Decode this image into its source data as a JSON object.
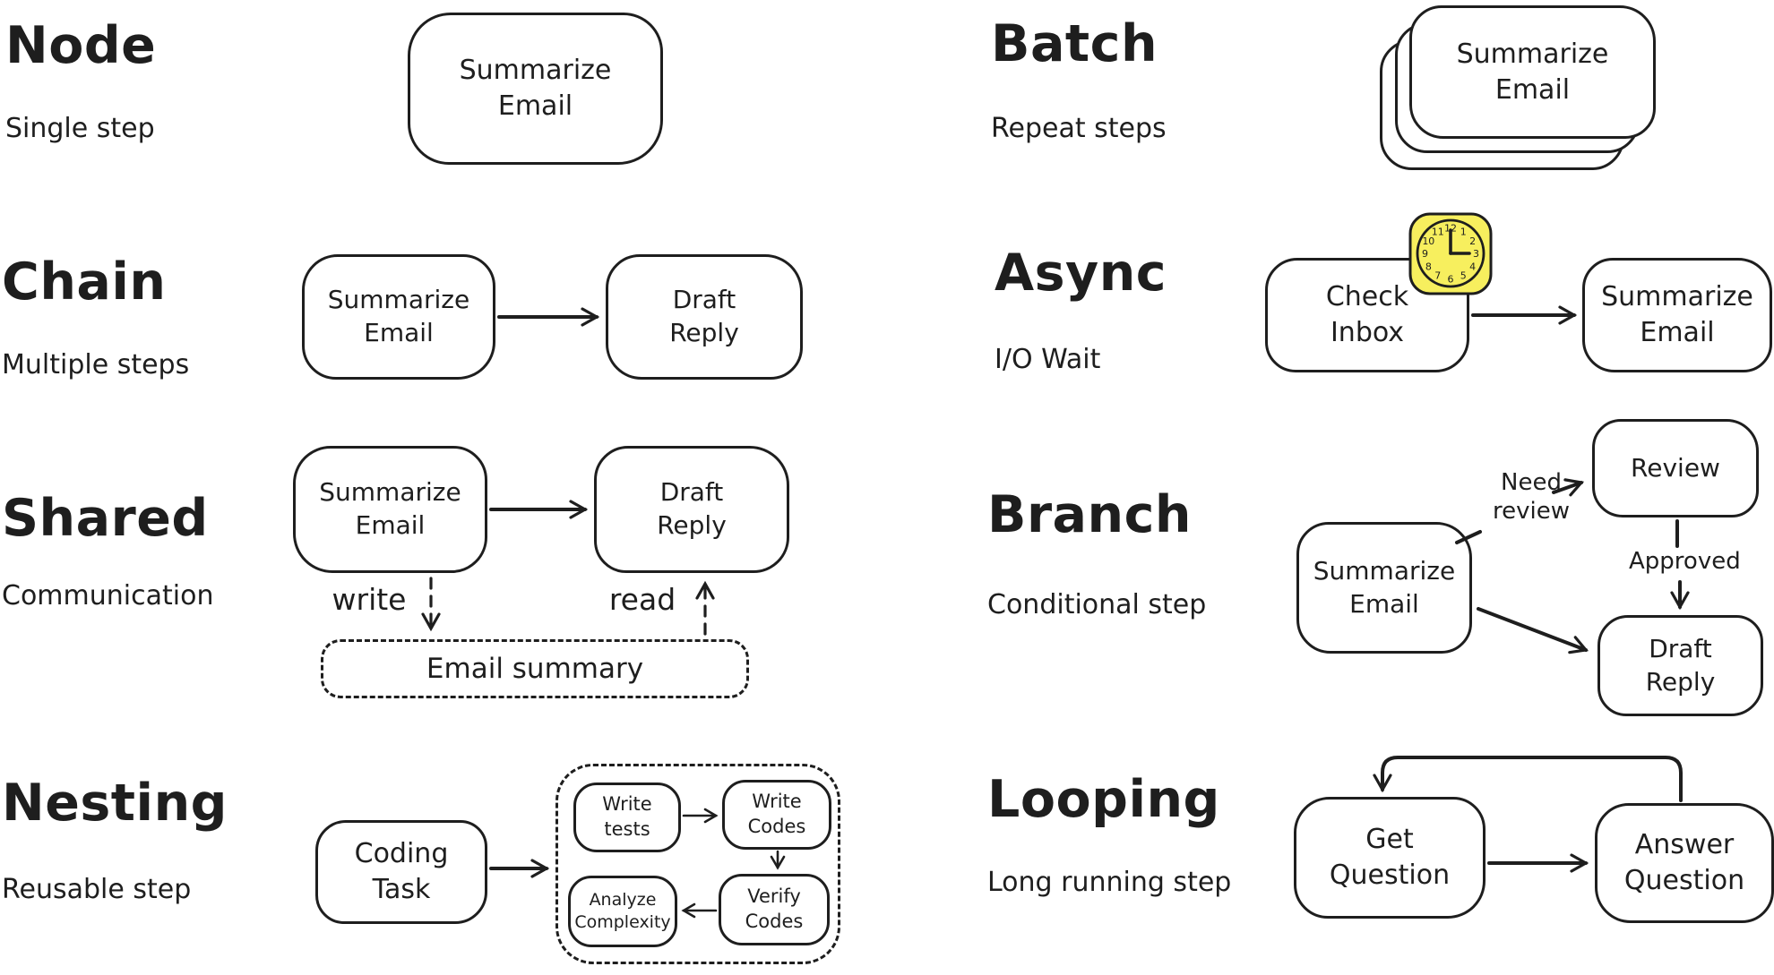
{
  "palette": {
    "ink": "#1e1e1e",
    "bg": "#ffffff",
    "clock_fill": "#f7ef5e"
  },
  "sections": {
    "node": {
      "title": "Node",
      "subtitle": "Single step",
      "box": [
        "Summarize",
        "Email"
      ]
    },
    "chain": {
      "title": "Chain",
      "subtitle": "Multiple steps",
      "box1": [
        "Summarize",
        "Email"
      ],
      "box2": [
        "Draft",
        "Reply"
      ]
    },
    "shared": {
      "title": "Shared",
      "subtitle": "Communication",
      "box1": [
        "Summarize",
        "Email"
      ],
      "box2": [
        "Draft",
        "Reply"
      ],
      "write_label": "write",
      "read_label": "read",
      "store_label": "Email summary"
    },
    "nesting": {
      "title": "Nesting",
      "subtitle": "Reusable step",
      "box": [
        "Coding",
        "Task"
      ],
      "inner1": [
        "Write",
        "tests"
      ],
      "inner2": [
        "Write",
        "Codes"
      ],
      "inner3": [
        "Verify",
        "Codes"
      ],
      "inner4": [
        "Analyze",
        "Complexity"
      ]
    },
    "batch": {
      "title": "Batch",
      "subtitle": "Repeat steps",
      "box": [
        "Summarize",
        "Email"
      ]
    },
    "async": {
      "title": "Async",
      "subtitle": "I/O Wait",
      "box1": [
        "Check",
        "Inbox"
      ],
      "box2": [
        "Summarize",
        "Email"
      ],
      "clock_numerals": [
        "1",
        "2",
        "3",
        "4",
        "5",
        "6",
        "7",
        "8",
        "9",
        "10",
        "11",
        "12"
      ]
    },
    "branch": {
      "title": "Branch",
      "subtitle": "Conditional step",
      "box": [
        "Summarize",
        "Email"
      ],
      "review_box": "Review",
      "draft_box": [
        "Draft",
        "Reply"
      ],
      "need_review_label": [
        "Need",
        "review"
      ],
      "approved_label": "Approved"
    },
    "looping": {
      "title": "Looping",
      "subtitle": "Long running step",
      "box1": [
        "Get",
        "Question"
      ],
      "box2": [
        "Answer",
        "Question"
      ]
    }
  }
}
